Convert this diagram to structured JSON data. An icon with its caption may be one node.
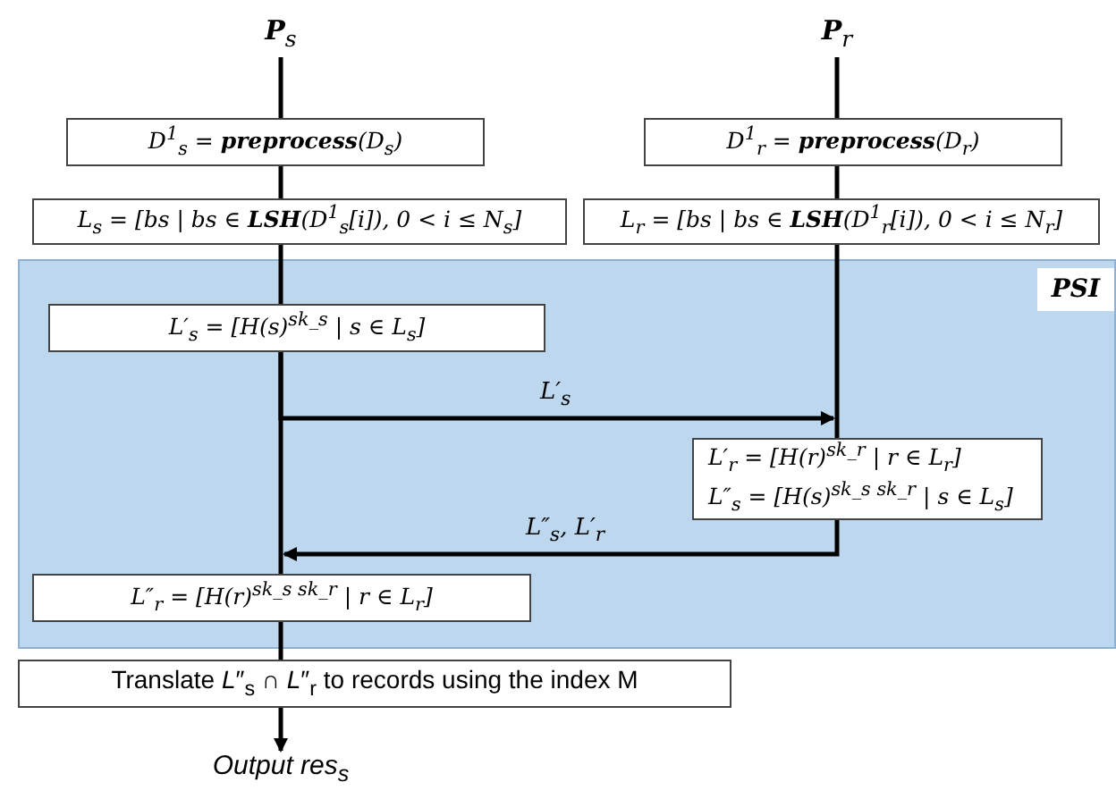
{
  "diagram": {
    "nodes": [
      {
        "text": [
          "**P**$_{s}$"
        ]
      },
      {
        "text": [
          "**P**$_{r}$"
        ]
      },
      {
        "text": [
          "D$^{1}$$_{s}$ = **preprocess**(D$_{s}$)"
        ]
      },
      {
        "text": [
          "D$^{1}$$_{r}$ = **preprocess**(D$_{r}$)"
        ]
      },
      {
        "text": [
          "L$_{s}$ = [bs | bs ∈ **LSH**(D$^{1}$$_{s}$[i]), 0 < i ≤ N$_{s}$]"
        ]
      },
      {
        "text": [
          "L$_{r}$ = [bs | bs ∈ **LSH**(D$^{1}$$_{r}$[i]), 0 < i ≤ N$_{r}$]"
        ]
      },
      {
        "text": [
          "PSI"
        ]
      },
      {
        "text": [
          "L′$_{s}$ = [H(s)$^{sk_s}$ | s ∈ L$_{s}$]"
        ],
        "in": 6
      },
      {
        "text": [
          "L′$_{r}$ = [H(r)$^{sk_r}$ | r ∈ L$_{r}$]",
          "L″$_{s}$ = [H(s)$^{sk_s sk_r}$ | s ∈ L$_{s}$]"
        ],
        "in": 6
      },
      {
        "text": [
          "L″$_{r}$ = [H(r)$^{sk_s sk_r}$ | r ∈ L$_{r}$]"
        ],
        "in": 6
      },
      {
        "text": [
          "Translate *L*″$_{s}$ ∩ *L*″$_{r}$ to records using the index  M"
        ]
      },
      {
        "text": [
          "Output *res*$_{s}$"
        ]
      }
    ],
    "edges": [
      {
        "from": 0,
        "to": 2,
        "arrow": "none"
      },
      {
        "from": 2,
        "to": 4,
        "arrow": "none"
      },
      {
        "from": 4,
        "to": 7,
        "arrow": "none"
      },
      {
        "from": 1,
        "to": 3,
        "arrow": "none"
      },
      {
        "from": 3,
        "to": 5,
        "arrow": "none"
      },
      {
        "from": 5,
        "to": 8,
        "arrow": "none"
      },
      {
        "from": 7,
        "to": 8,
        "arrow": "to",
        "label": "L′$_{s}$"
      },
      {
        "from": 8,
        "to": 9,
        "arrow": "to",
        "label": "L″$_{s}$, L′$_{r}$"
      },
      {
        "from": 7,
        "to": 9,
        "arrow": "none"
      },
      {
        "from": 9,
        "to": 10,
        "arrow": "none"
      },
      {
        "from": 10,
        "to": 11,
        "arrow": "to"
      }
    ]
  }
}
